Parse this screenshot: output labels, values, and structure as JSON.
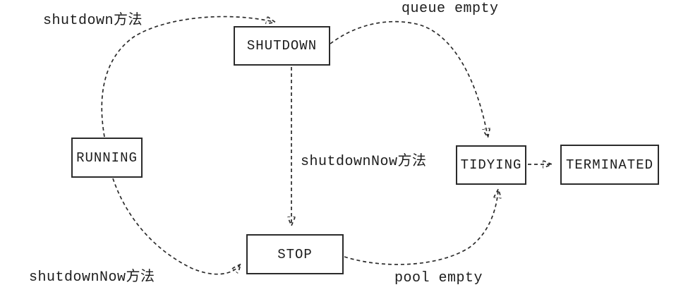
{
  "diagram": {
    "kind": "state-transition-diagram",
    "states": [
      {
        "id": "running",
        "label": "RUNNING"
      },
      {
        "id": "shutdown",
        "label": "SHUTDOWN"
      },
      {
        "id": "stop",
        "label": "STOP"
      },
      {
        "id": "tidying",
        "label": "TIDYING"
      },
      {
        "id": "terminated",
        "label": "TERMINATED"
      }
    ],
    "transitions": [
      {
        "from": "RUNNING",
        "to": "SHUTDOWN",
        "label": "shutdown方法"
      },
      {
        "from": "SHUTDOWN",
        "to": "TIDYING",
        "label": "queue empty"
      },
      {
        "from": "SHUTDOWN",
        "to": "STOP",
        "label": "shutdownNow方法"
      },
      {
        "from": "RUNNING",
        "to": "STOP",
        "label": "shutdownNow方法"
      },
      {
        "from": "STOP",
        "to": "TIDYING",
        "label": "pool empty"
      },
      {
        "from": "TIDYING",
        "to": "TERMINATED",
        "label": ""
      }
    ],
    "colors": {
      "background": "#ffffff",
      "line": "#2b2b2b",
      "box_border": "#2b2b2b",
      "text": "#1c1c1c"
    }
  }
}
